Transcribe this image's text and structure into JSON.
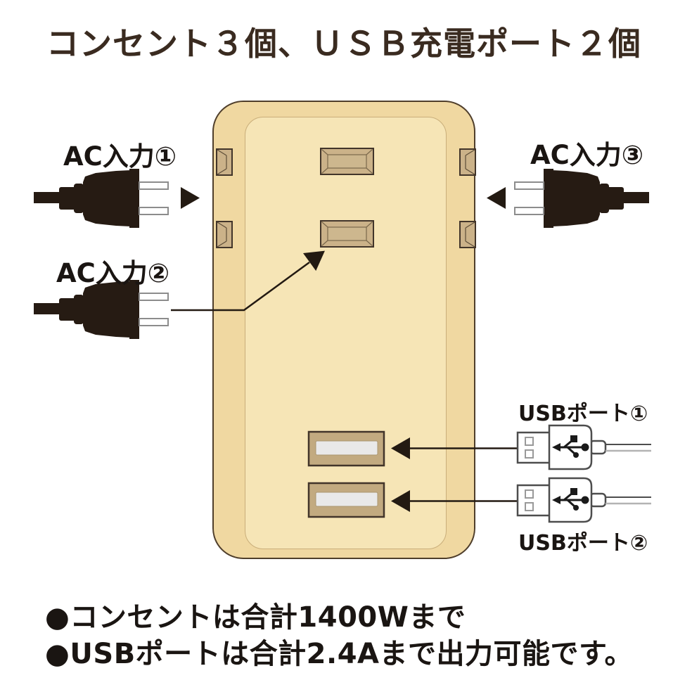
{
  "title": "コンセント３個、ＵＳＢ充電ポート２個",
  "diagram": {
    "labels": {
      "ac1": "AC入力①",
      "ac2": "AC入力②",
      "ac3": "AC入力③",
      "usb1": "USBポート①",
      "usb2": "USBポート②"
    },
    "features": {
      "ac_outlets": 3,
      "usb_ports": 2
    }
  },
  "notes": [
    "●コンセントは合計1400Wまで",
    "●USBポートは合計2.4Aまで出力可能です。"
  ],
  "colors": {
    "title-text": "#3a2b20",
    "label-text": "#1a1512",
    "body-fill": "#f0d8a1",
    "body-inner-fill": "#f6e5b6",
    "body-stroke": "#4f3e2b",
    "inner-stroke": "#c9ae7a",
    "recess-fill": "#cbb289",
    "recess-inner": "#cdb78e",
    "recess-stroke": "#42352a",
    "bevel-line": "#7a684c",
    "usbport-fill": "#c2aa80",
    "usbslot-fill": "#e9e9e9",
    "plug-fill": "#261b13",
    "arrow-fill": "#231a12",
    "prong-stroke": "#8c8c8c",
    "connector-stroke": "#4d4d4d",
    "cable-light": "#b3b3b3",
    "usb-symbol": "#1a1a1a"
  }
}
